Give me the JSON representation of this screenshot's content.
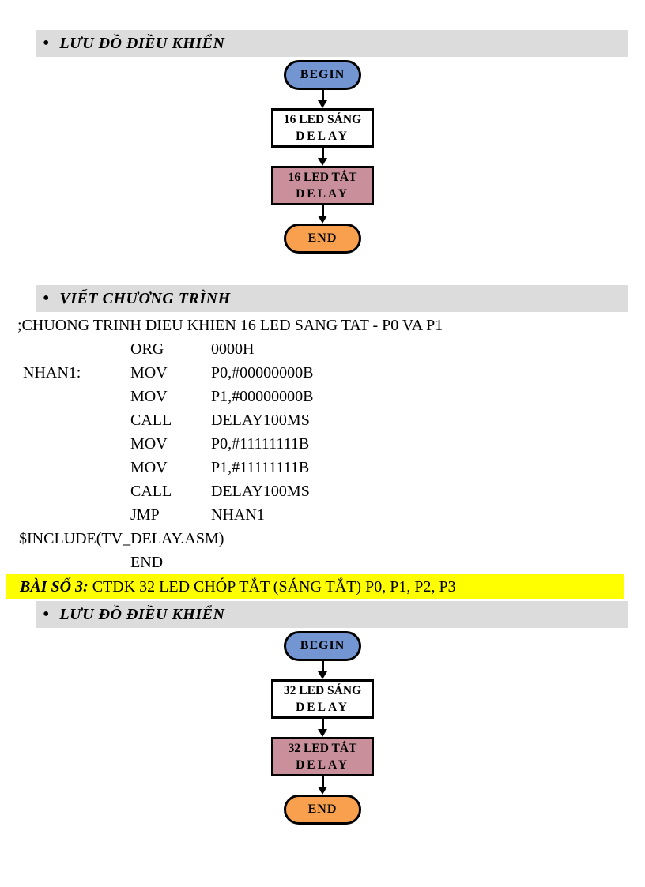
{
  "colors": {
    "heading-bg": "#dcdcdc",
    "begin-blue": "#7396d3",
    "off-pink": "#c9909c",
    "end-orange": "#f8a04e",
    "highlight-yellow": "#ffff00"
  },
  "headings": {
    "bullet": "•",
    "flowchart1": "LƯU ĐỒ ĐIỀU KHIỂN",
    "program": "VIẾT CHƯƠNG TRÌNH",
    "flowchart2": "LƯU ĐỒ ĐIỀU KHIỂN"
  },
  "flowchart1": {
    "begin": "BEGIN",
    "on_line1": "16 LED SÁNG",
    "on_line2": "DELAY",
    "off_line1": "16 LED TẮT",
    "off_line2": "DELAY",
    "end": "END"
  },
  "program": {
    "comment": ";CHUONG TRINH DIEU KHIEN 16 LED SANG TAT - P0 VA P1",
    "lines": [
      {
        "label": "",
        "op": "ORG",
        "operand": "0000H"
      },
      {
        "label": "NHAN1:",
        "op": "MOV",
        "operand": "P0,#00000000B"
      },
      {
        "label": "",
        "op": "MOV",
        "operand": "P1,#00000000B"
      },
      {
        "label": "",
        "op": "CALL",
        "operand": "DELAY100MS"
      },
      {
        "label": "",
        "op": "MOV",
        "operand": "P0,#11111111B"
      },
      {
        "label": "",
        "op": "MOV",
        "operand": "P1,#11111111B"
      },
      {
        "label": "",
        "op": "CALL",
        "operand": "DELAY100MS"
      },
      {
        "label": "",
        "op": "JMP",
        "operand": "NHAN1"
      }
    ],
    "include": "$INCLUDE(TV_DELAY.ASM)",
    "end_label": "",
    "end_op": "END",
    "end_operand": ""
  },
  "exercise": {
    "label": "BÀI SỐ 3:",
    "text": " CTDK 32 LED CHÓP TẮT (SÁNG TẮT) P0, P1, P2, P3"
  },
  "flowchart2": {
    "begin": "BEGIN",
    "on_line1": "32 LED SÁNG",
    "on_line2": "DELAY",
    "off_line1": "32 LED TẮT",
    "off_line2": "DELAY",
    "end": "END"
  }
}
